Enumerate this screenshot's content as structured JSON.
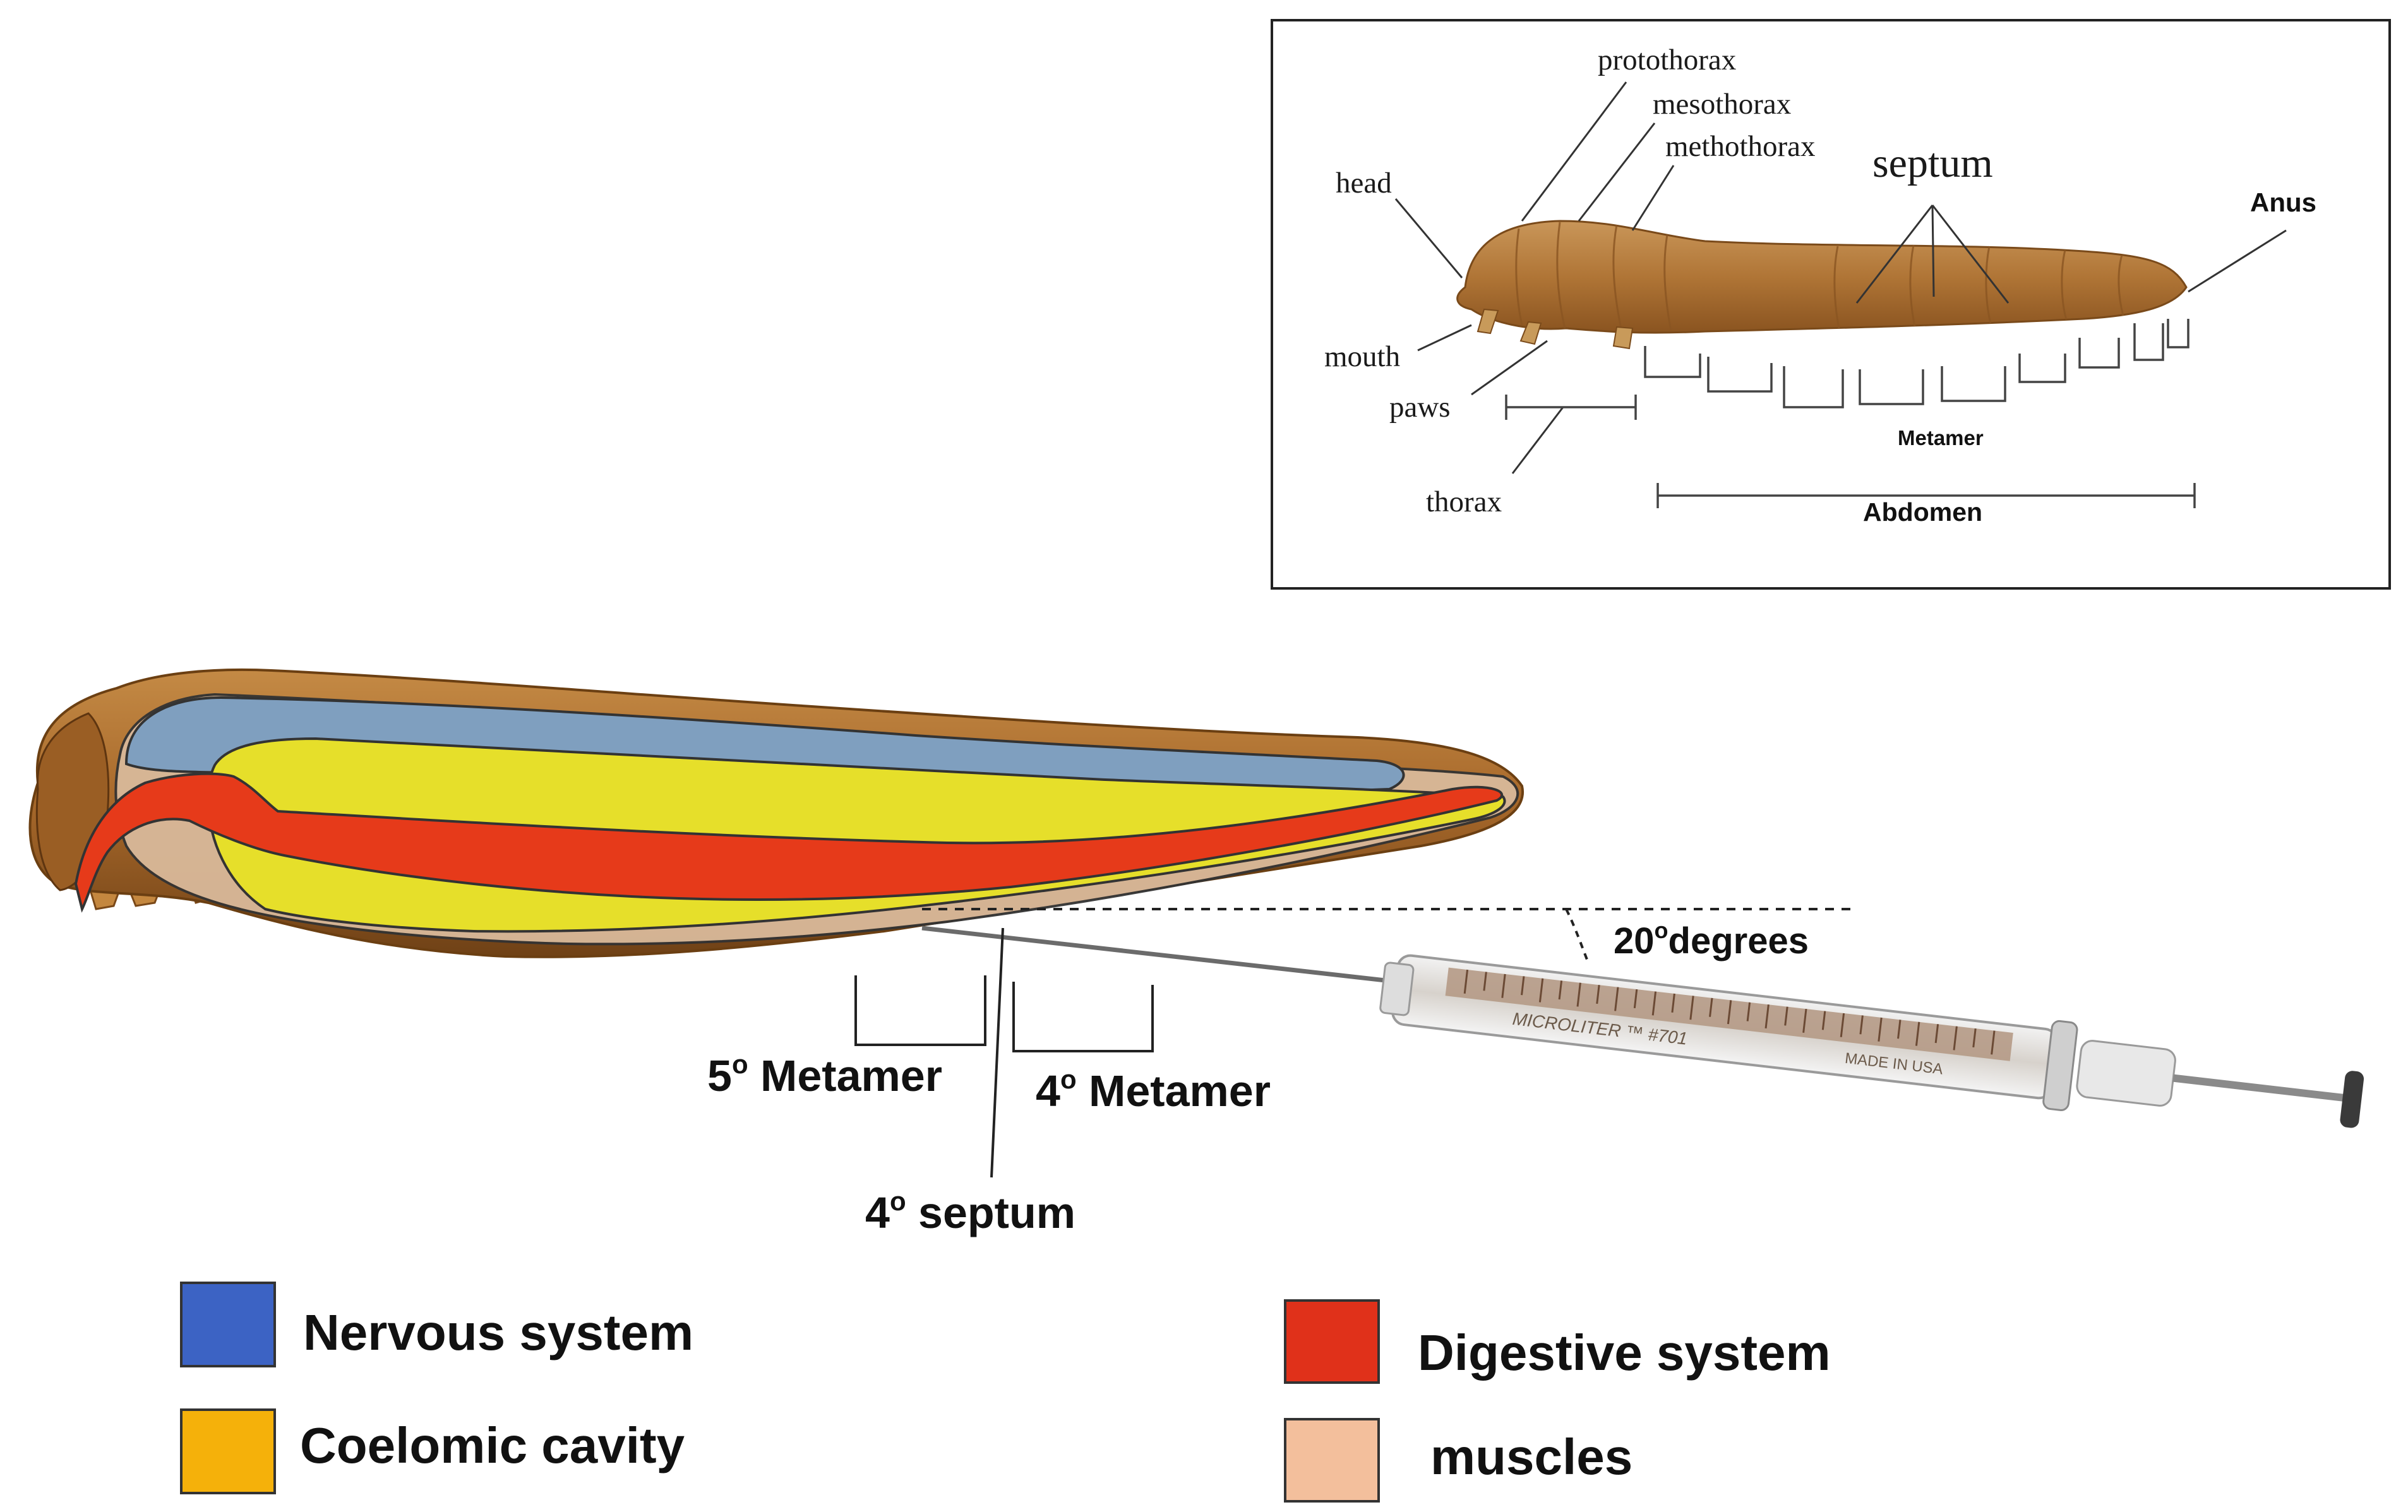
{
  "inset": {
    "labels": {
      "prothorax": "protothorax",
      "mesothorax": "mesothorax",
      "metathorax": "methothorax",
      "head": "head",
      "septum": "septum",
      "anus": "Anus",
      "mouth": "mouth",
      "paws": "paws",
      "metamer": "Metamer",
      "thorax": "thorax",
      "abdomen": "Abdomen"
    }
  },
  "main": {
    "angle_value": "20",
    "angle_sup": "o",
    "angle_unit": "degrees",
    "metamer5_num": "5",
    "metamer5_sup": "o",
    "metamer5_text": " Metamer",
    "metamer4_num": "4",
    "metamer4_sup": "o",
    "metamer4_text": " Metamer",
    "septum4_num": "4",
    "septum4_sup": "o",
    "septum4_text": " septum",
    "syringe_brand": "MICROLITER ™ #701",
    "syringe_origin": "MADE IN USA"
  },
  "legend": [
    {
      "label": "Nervous system",
      "color": "#3c63c4"
    },
    {
      "label": "Coelomic cavity",
      "color": "#f5b10a"
    },
    {
      "label": "Digestive system",
      "color": "#e0311a"
    },
    {
      "label": "muscles",
      "color": "#f3bf9c"
    }
  ],
  "colors": {
    "nervous_fill": "#7f9fbf",
    "coelomic_fill": "#e6df2a",
    "digestive_fill": "#e63a1a",
    "muscle_fill": "#d9b99a",
    "larva_body": "#a56a2c",
    "larva_dark": "#6e4218"
  }
}
